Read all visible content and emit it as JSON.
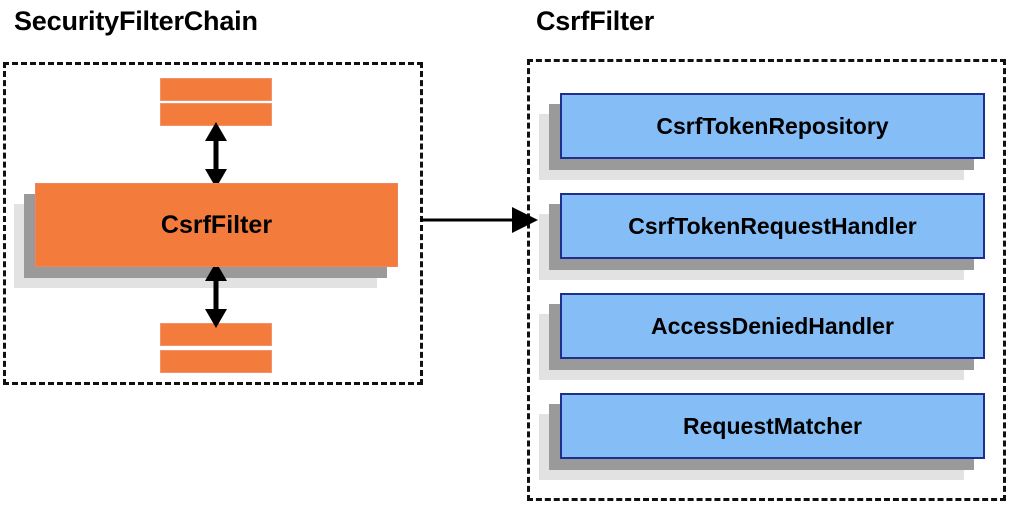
{
  "diagram": {
    "title_left": "SecurityFilterChain",
    "title_right": "CsrfFilter",
    "colors": {
      "orange_fill": "#f37b3c",
      "orange_border": "#f0845a",
      "blue_fill": "#85bdf7",
      "blue_border": "#1f2f8f",
      "shadow_near": "#9a9a9a",
      "shadow_far": "#e2e2e2",
      "panel_border": "#111111",
      "text": "#000000",
      "background": "#ffffff"
    },
    "left_panel": {
      "label": "SecurityFilterChain",
      "filter_node": {
        "label": "CsrfFilter"
      },
      "bars_above": [
        {
          "label": ""
        },
        {
          "label": ""
        }
      ],
      "bars_below": [
        {
          "label": ""
        },
        {
          "label": ""
        }
      ]
    },
    "right_panel": {
      "label": "CsrfFilter",
      "components": [
        {
          "label": "CsrfTokenRepository"
        },
        {
          "label": "CsrfTokenRequestHandler"
        },
        {
          "label": "AccessDeniedHandler"
        },
        {
          "label": "RequestMatcher"
        }
      ]
    },
    "connectors": [
      {
        "name": "filter-chain-above",
        "style": "double-headed-vertical"
      },
      {
        "name": "filter-chain-below",
        "style": "double-headed-vertical"
      },
      {
        "name": "csrffilter-expands-to",
        "style": "single-headed-horizontal"
      }
    ]
  }
}
